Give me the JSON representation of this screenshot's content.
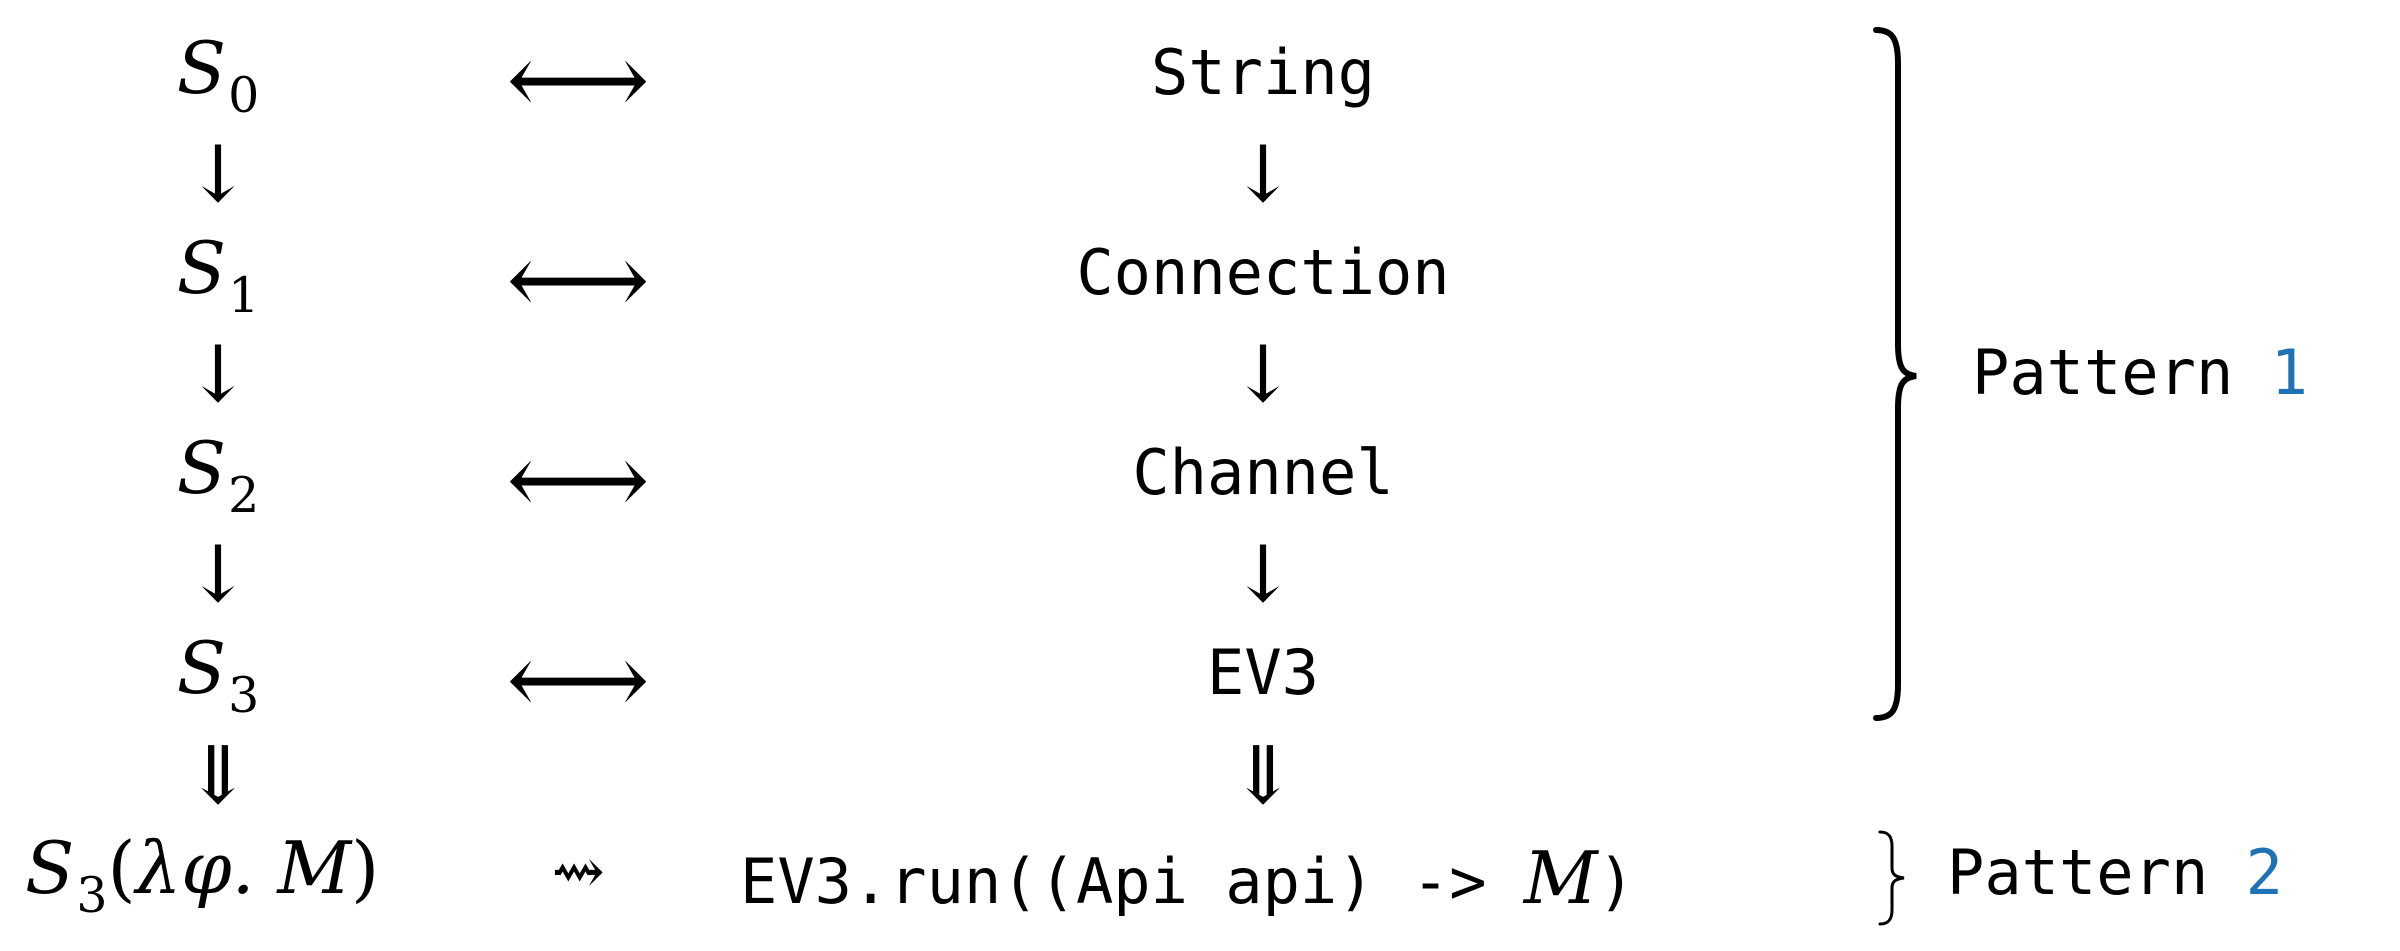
{
  "states": {
    "s0": {
      "base": "S",
      "sub": "0"
    },
    "s1": {
      "base": "S",
      "sub": "1"
    },
    "s2": {
      "base": "S",
      "sub": "2"
    },
    "s3": {
      "base": "S",
      "sub": "3"
    },
    "final": {
      "base": "S",
      "sub": "3",
      "open": "(",
      "lambda": "λφ.",
      "body": "M",
      "close": ")"
    }
  },
  "types": {
    "t0": "String",
    "t1": "Connection",
    "t2": "Channel",
    "t3": "EV3",
    "final_prefix": "EV3.run((Api api) -> ",
    "final_var": "M",
    "final_close": ")"
  },
  "symbols": {
    "bidirectional": "⟷",
    "down": "↓",
    "double_down": "⇓",
    "leadsto": "⇝"
  },
  "patterns": {
    "p1": {
      "label": "Pattern",
      "number": "1"
    },
    "p2": {
      "label": "Pattern",
      "number": "2"
    }
  },
  "colors": {
    "pattern_number": "#1f72b4"
  }
}
